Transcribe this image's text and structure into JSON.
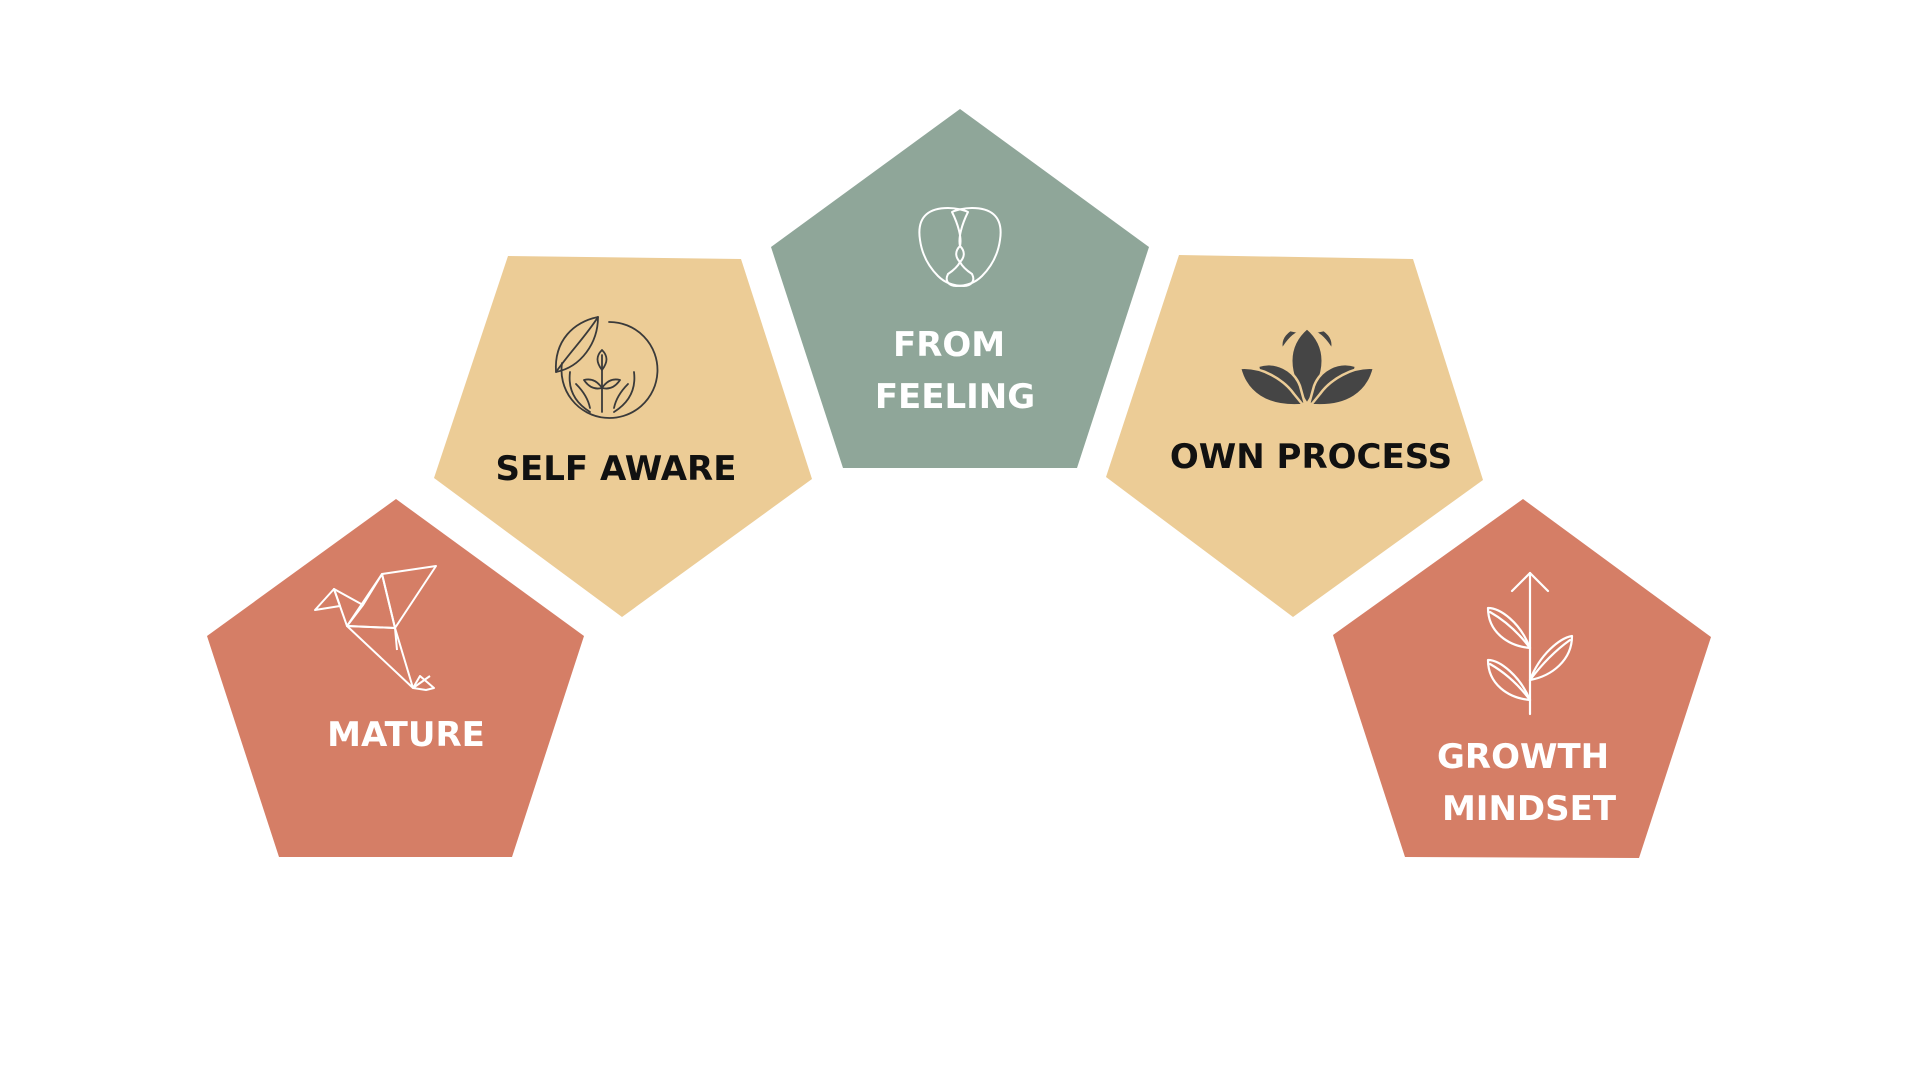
{
  "colors": {
    "background": "#ffffff",
    "terracotta": "#D57E66",
    "sand": "#ECCC96",
    "sage": "#8FA699",
    "dark_text": "#111111",
    "light_text": "#ffffff",
    "icon_dark": "#454545",
    "icon_line_dark": "#3a3a3a"
  },
  "items": [
    {
      "id": "mature",
      "lines": [
        "MATURE"
      ],
      "color": "terracotta",
      "text_color": "light_text",
      "icon": "origami-bird-icon"
    },
    {
      "id": "self-aware",
      "lines": [
        "SELF AWARE"
      ],
      "color": "sand",
      "text_color": "dark_text",
      "icon": "hands-sprout-icon"
    },
    {
      "id": "from-feeling",
      "lines": [
        "FROM",
        "FEELING"
      ],
      "color": "sage",
      "text_color": "light_text",
      "icon": "two-faces-icon"
    },
    {
      "id": "own-process",
      "lines": [
        "OWN PROCESS"
      ],
      "color": "sand",
      "text_color": "dark_text",
      "icon": "lotus-icon"
    },
    {
      "id": "growth-mindset",
      "lines": [
        "GROWTH",
        "MINDSET"
      ],
      "color": "terracotta",
      "text_color": "light_text",
      "icon": "growing-plant-arrow-icon"
    }
  ]
}
